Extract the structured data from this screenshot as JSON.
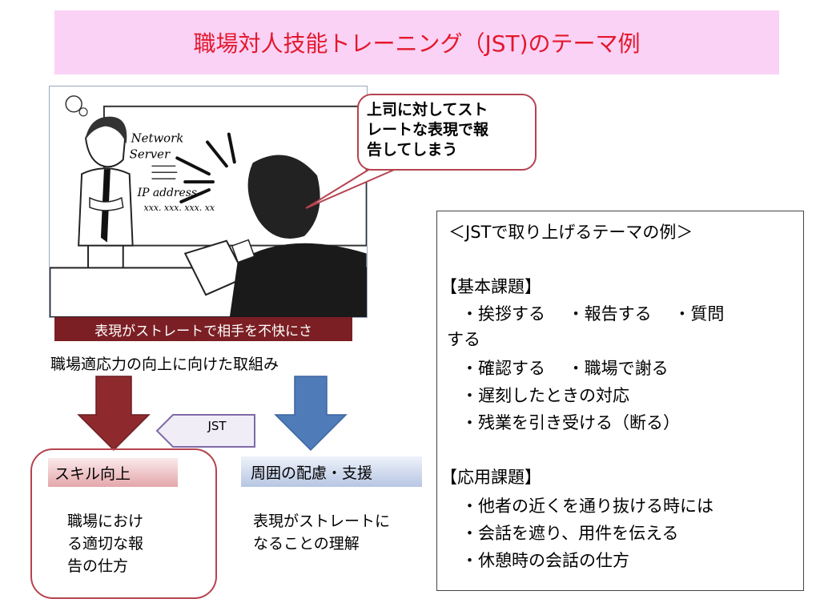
{
  "title": "職場対人技能トレーニング（JST)のテーマ例",
  "illustration": {
    "whiteboard_lines": [
      "Network",
      "Server",
      "IP address",
      "xxx. xxx. xxx. xx"
    ]
  },
  "speech_bubble": {
    "lines": [
      "上司に対してスト",
      "レートな表現で報",
      "告してしまう"
    ]
  },
  "caption": "表現がストレートで相手を不快にさ",
  "efforts_heading": "職場適応力の向上に向けた取組み",
  "jst_label": "JST",
  "skill_box": {
    "header": "スキル向上",
    "body_lines": [
      "職場におけ",
      "る適切な報",
      "告の仕方"
    ]
  },
  "support_box": {
    "header": "周囲の配慮・支援",
    "body_lines": [
      "表現がストレートに",
      "なることの理解"
    ]
  },
  "theme_box": {
    "heading": "＜JSTで取り上げるテーマの例＞",
    "basic_heading": "【基本課題】",
    "basic_lines": [
      "・挨拶する　 ・報告する　  ・質問",
      "する",
      "・確認する　 ・職場で謝る",
      "・遅刻したときの対応",
      "・残業を引き受ける（断る）"
    ],
    "applied_heading": "【応用課題】",
    "applied_lines": [
      "・他者の近くを通り抜ける時には",
      "・会話を遮り、用件を伝える",
      "・休憩時の会話の仕方"
    ]
  },
  "colors": {
    "title_red": "#e4182c",
    "banner_pink": "#fad2f6",
    "dark_red": "#7b1f24",
    "arrow_red": "#8e2a2e",
    "arrow_blue": "#4f7bb9",
    "bubble_border": "#b5434f"
  }
}
